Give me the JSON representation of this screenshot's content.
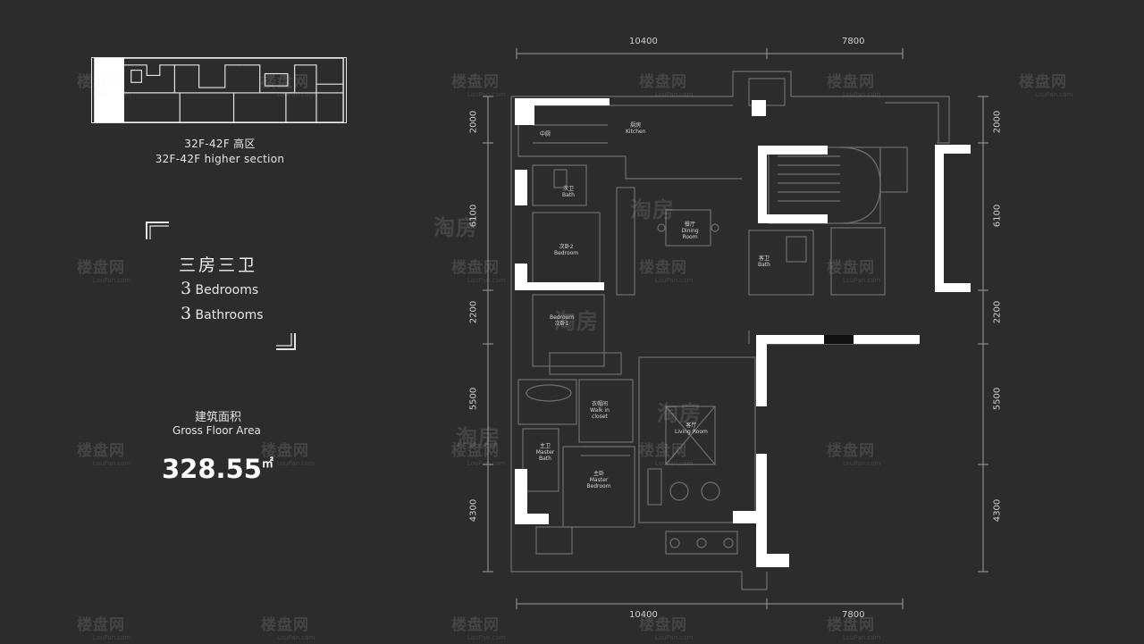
{
  "key_plan": {
    "caption_cn": "32F-42F 高区",
    "caption_en": "32F-42F higher section"
  },
  "unit_type": {
    "title_cn": "三房三卫",
    "bedrooms_num": "3",
    "bedrooms_label": "Bedrooms",
    "bathrooms_num": "3",
    "bathrooms_label": "Bathrooms"
  },
  "area": {
    "label_cn": "建筑面积",
    "label_en": "Gross Floor Area",
    "value": "328.55",
    "unit": "㎡"
  },
  "dimensions": {
    "top_left": "10400",
    "top_right": "7800",
    "bottom_left": "10400",
    "bottom_right": "7800",
    "left": [
      "2000",
      "6100",
      "2200",
      "5500",
      "4300"
    ],
    "right": [
      "2000",
      "6100",
      "2200",
      "5500",
      "4300"
    ]
  },
  "rooms": {
    "zhongchu": "中厨",
    "kitchen_cn": "厨房",
    "kitchen_en": "Kitchen",
    "bath2_cn": "次卫",
    "bath2_en": "Bath",
    "bedroom2_cn": "次卧2",
    "bedroom2_en": "Bedroom",
    "dining_cn": "餐厅",
    "dining_en": "Dining Room",
    "guestbath_cn": "客卫",
    "guestbath_en": "Bath",
    "bedroom1_en": "Bedroom",
    "bedroom1_cn": "次卧1",
    "walkin_cn": "衣帽间",
    "walkin_en": "Walk in closet",
    "living_cn": "客厅",
    "living_en": "Living Room",
    "masterbath_cn": "主卫",
    "masterbath_en": "Master Bath",
    "masterbed_cn": "主卧",
    "masterbed_en": "Master Bedroom"
  },
  "watermark": {
    "brand_cn": "楼盘网",
    "brand_en": "LouPan.com",
    "alt_cn": "淘房"
  },
  "colors": {
    "background": "#2c2c2c",
    "line": "#e6e6e6",
    "wall_block": "#ffffff"
  }
}
